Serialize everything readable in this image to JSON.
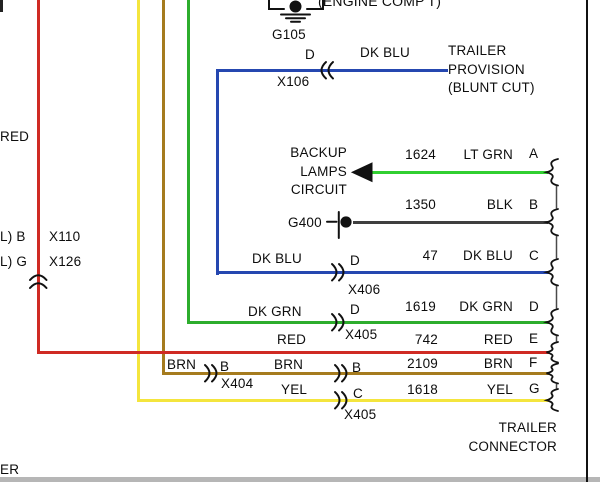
{
  "colors": {
    "red": "#cf2a23",
    "yellow": "#f4e53d",
    "brown": "#a57b1e",
    "dk_green": "#2dad2d",
    "lt_green": "#31cf31",
    "dk_blue": "#2547b0",
    "black_wire": "#3f3f3f",
    "line_art": "#111111",
    "scan_band": "#b6b6b6"
  },
  "top_section": {
    "engine_compartment": "(ENGINE COMP'T)",
    "ground_label": "G105",
    "provision_pin": "D",
    "provision_wire_color": "DK BLU",
    "provision_connector": "X106",
    "provision_label_lines": [
      "TRAILER",
      "PROVISION",
      "(BLUNT CUT)"
    ]
  },
  "left_section": {
    "red_wire_label": "RED",
    "row_x110": {
      "pin_text": "L) B",
      "connector": "X110"
    },
    "row_x126": {
      "pin_text": "L) G",
      "connector": "X126"
    },
    "cut_text": "ER"
  },
  "backup_lamps_label_lines": [
    "BACKUP",
    "LAMPS",
    "CIRCUIT"
  ],
  "g400_label": "G400",
  "pin_rows": {
    "a": {
      "circuit": "1624",
      "color": "LT GRN",
      "pin": "A"
    },
    "b": {
      "circuit": "1350",
      "color": "BLK",
      "pin": "B"
    },
    "c": {
      "left_color": "DK BLU",
      "splice_pin": "D",
      "splice": "X406",
      "circuit": "47",
      "color": "DK BLU",
      "pin": "C"
    },
    "d": {
      "left_color": "DK GRN",
      "splice_pin": "D",
      "splice": "X405",
      "circuit": "1619",
      "color": "DK GRN",
      "pin": "D"
    },
    "e": {
      "left_color": "RED",
      "circuit": "742",
      "color": "RED",
      "pin": "E"
    },
    "f": {
      "left_color": "BRN",
      "splice1_pin": "B",
      "splice1": "X404",
      "mid_color": "BRN",
      "splice2_pin": "B",
      "circuit": "2109",
      "color": "BRN",
      "pin": "F"
    },
    "g": {
      "left_color": "YEL",
      "splice_pin": "C",
      "splice": "X405",
      "circuit": "1618",
      "color": "YEL",
      "pin": "G"
    }
  },
  "trailer_connector_label_lines": [
    "TRAILER",
    "CONNECTOR"
  ]
}
